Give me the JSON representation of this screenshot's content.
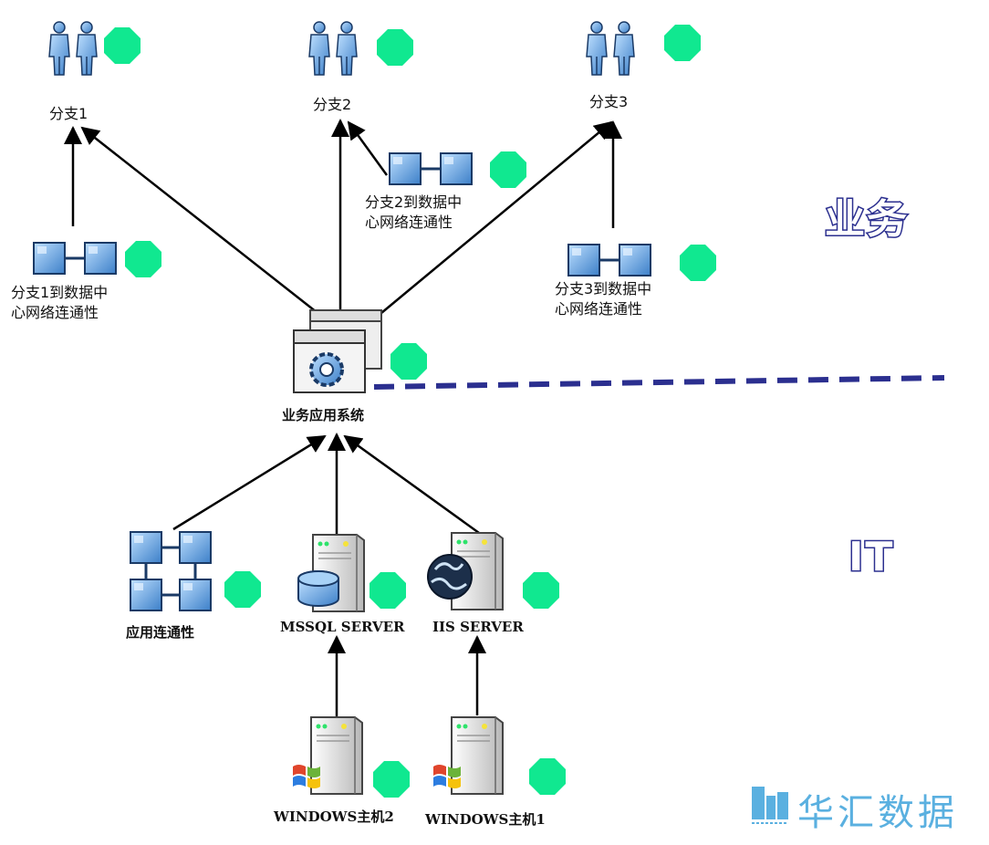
{
  "nodes": {
    "branch1": {
      "label": "分支1"
    },
    "branch2": {
      "label": "分支2"
    },
    "branch3": {
      "label": "分支3"
    },
    "link1": {
      "label": "分支1到数据中\n心网络连通性"
    },
    "link2": {
      "label": "分支2到数据中\n心网络连通性"
    },
    "link3": {
      "label": "分支3到数据中\n心网络连通性"
    },
    "app_system": {
      "label": "业务应用系统"
    },
    "app_connectivity": {
      "label": "应用连通性"
    },
    "mssql": {
      "label": "MSSQL SERVER"
    },
    "iis": {
      "label": "IIS SERVER"
    },
    "win2": {
      "label": "WINDOWS主机2"
    },
    "win1": {
      "label": "WINDOWS主机1"
    }
  },
  "zones": {
    "business": "业务",
    "it": "IT"
  },
  "brand": {
    "name": "华汇数据"
  },
  "colors": {
    "status_ok": "#10e890",
    "divider": "#2b2f8f",
    "icon_blue": "#5b9fd8",
    "brand": "#5ab0e0"
  }
}
